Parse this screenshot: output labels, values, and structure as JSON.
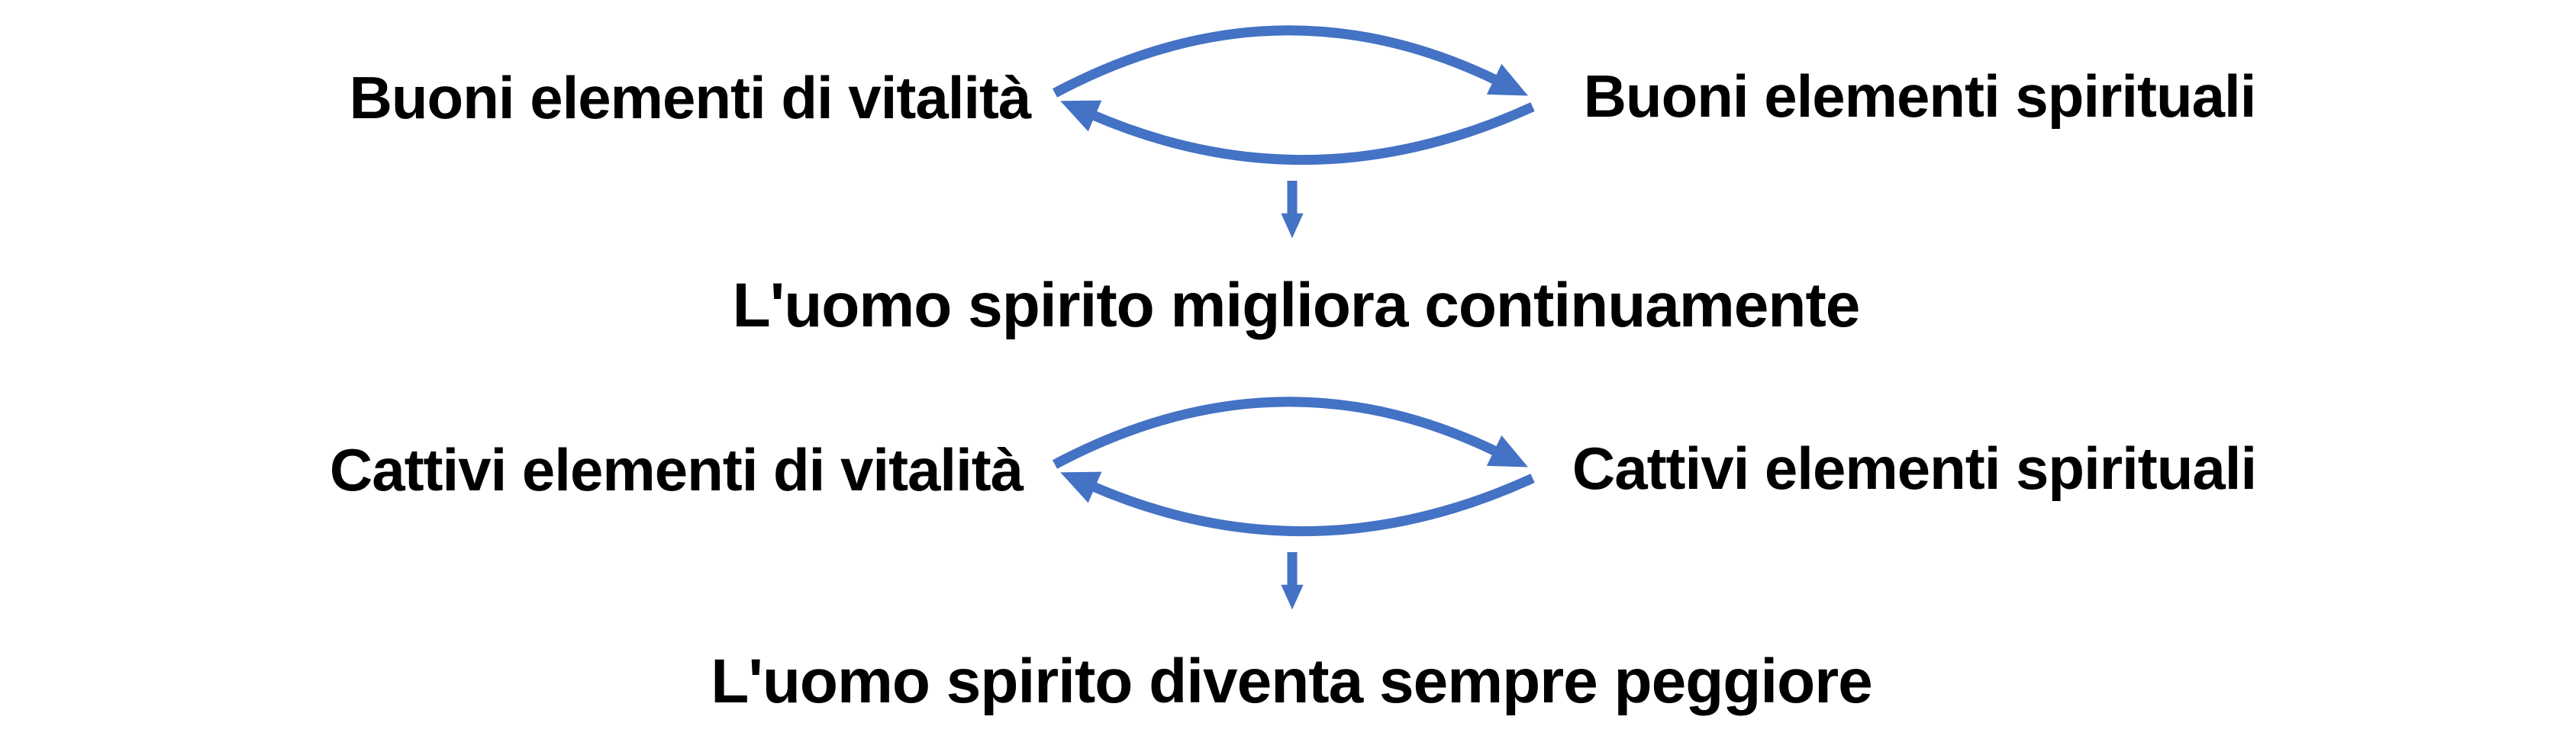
{
  "colors": {
    "arrow_blue": "#4472C4",
    "text_black": "#000000",
    "background": "#FFFFFF"
  },
  "diagram": {
    "cycles": [
      {
        "left_node": "Buoni elementi di vitalità",
        "right_node": "Buoni elementi spirituali",
        "outcome": "L'uomo spirito migliora continuamente"
      },
      {
        "left_node": "Cattivi elementi di vitalità",
        "right_node": "Cattivi elementi spirituali",
        "outcome": "L'uomo spirito diventa sempre peggiore"
      }
    ]
  }
}
